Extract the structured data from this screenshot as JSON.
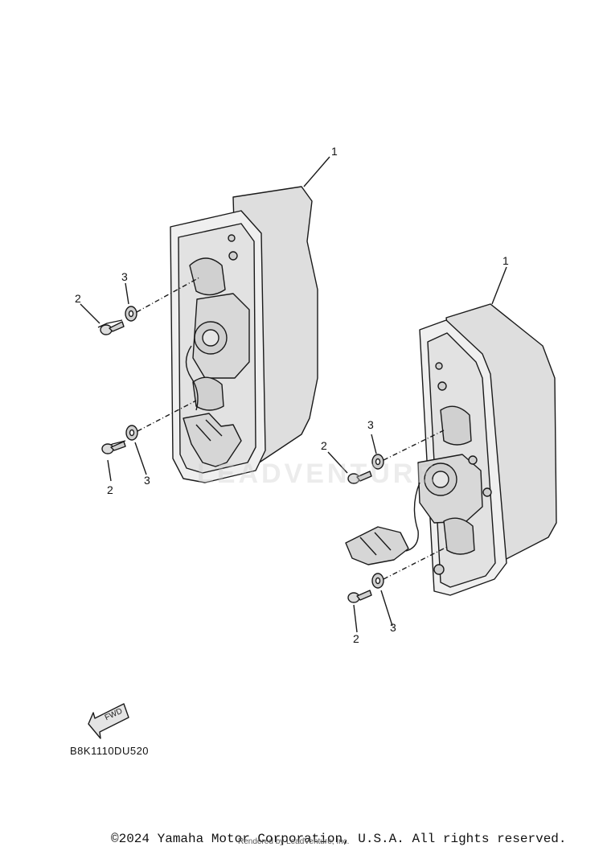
{
  "callouts": {
    "left_housing": "1",
    "right_housing": "1",
    "left_screw_top": "2",
    "left_washer_top": "3",
    "left_screw_bottom": "2",
    "left_washer_bottom": "3",
    "right_screw_top": "2",
    "right_washer_top": "3",
    "right_screw_bottom": "2",
    "right_washer_bottom": "3"
  },
  "fwd_label": "FWD",
  "diagram_code": "B8K1110DU520",
  "watermark": "LEADVENTURE",
  "copyright": "©2024 Yamaha Motor Corporation, U.S.A. All rights reserved.",
  "rendered_by": "Rendered by LeadVenture, Inc.",
  "colors": {
    "line": "#1a1a1a",
    "fill_light": "#f2f2f2",
    "fill_mid": "#dcdcdc",
    "fill_dark": "#bdbdbd"
  }
}
